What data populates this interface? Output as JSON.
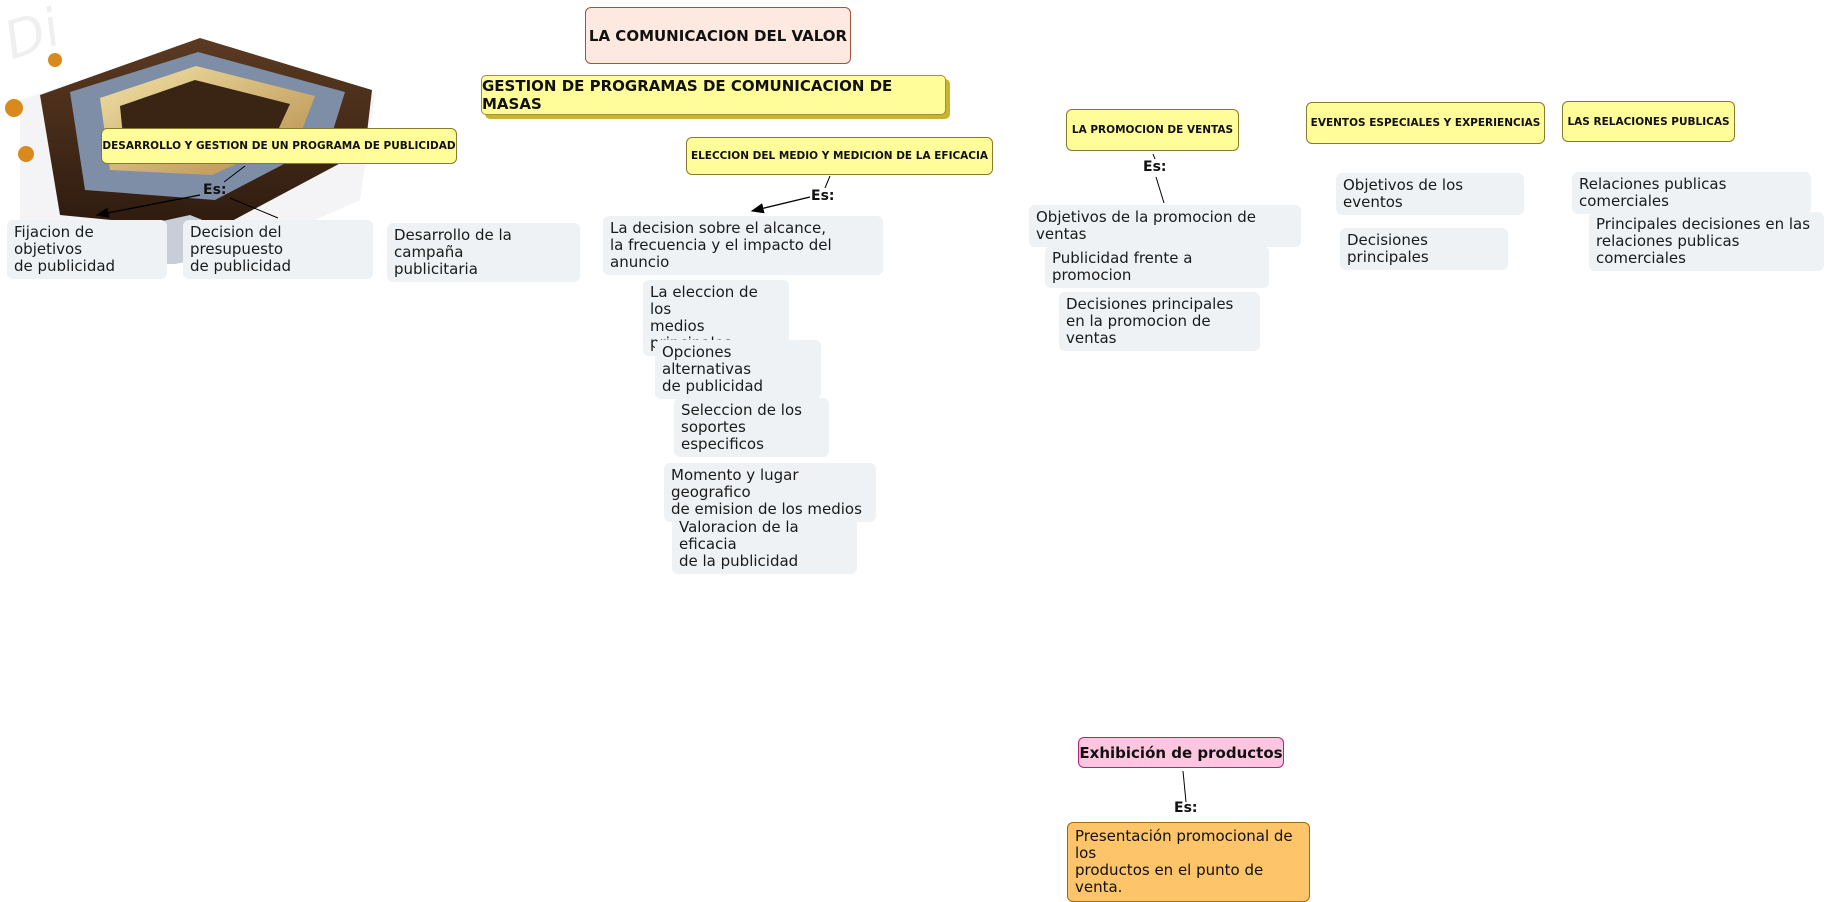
{
  "root": "LA COMUNICACION DEL VALOR",
  "main": "GESTION DE PROGRAMAS DE COMUNICACION DE MASAS",
  "es_label": "Es:",
  "watermark": "Di",
  "publicidad": {
    "title": "DESARROLLO Y GESTION DE UN PROGRAMA DE PUBLICIDAD",
    "items": [
      "Fijacion de objetivos\nde publicidad",
      "Decision del presupuesto\nde publicidad",
      "Desarrollo de la campaña\npublicitaria"
    ]
  },
  "medio": {
    "title": "ELECCION DEL MEDIO Y MEDICION DE LA EFICACIA",
    "items": [
      "La decision sobre el alcance,\nla frecuencia y el impacto del anuncio",
      "La eleccion de los\nmedios principales",
      "Opciones alternativas\nde publicidad",
      "Seleccion de los\nsoportes especificos",
      "Momento y lugar geografico\nde emision de los medios",
      "Valoracion de la eficacia\nde la publicidad"
    ]
  },
  "promocion": {
    "title": "LA PROMOCION DE VENTAS",
    "items": [
      "Objetivos de la promocion de ventas",
      "Publicidad frente a promocion",
      "Decisiones principales\nen la promocion de ventas"
    ]
  },
  "eventos": {
    "title": "EVENTOS ESPECIALES Y EXPERIENCIAS",
    "items": [
      "Objetivos de los eventos",
      "Decisiones principales"
    ]
  },
  "relaciones": {
    "title": "LAS RELACIONES PUBLICAS",
    "items": [
      "Relaciones publicas comerciales",
      "Principales decisiones en las\nrelaciones publicas comerciales"
    ]
  },
  "exhibicion": {
    "title": "Exhibición de productos",
    "item": "Presentación promocional de los\nproductos en el punto de venta."
  },
  "colors": {
    "yellow_node": "#fffc9a",
    "leaf_bg": "#eef2f4",
    "pink_node": "#fdc6e0",
    "orange_node": "#fdc46a"
  }
}
